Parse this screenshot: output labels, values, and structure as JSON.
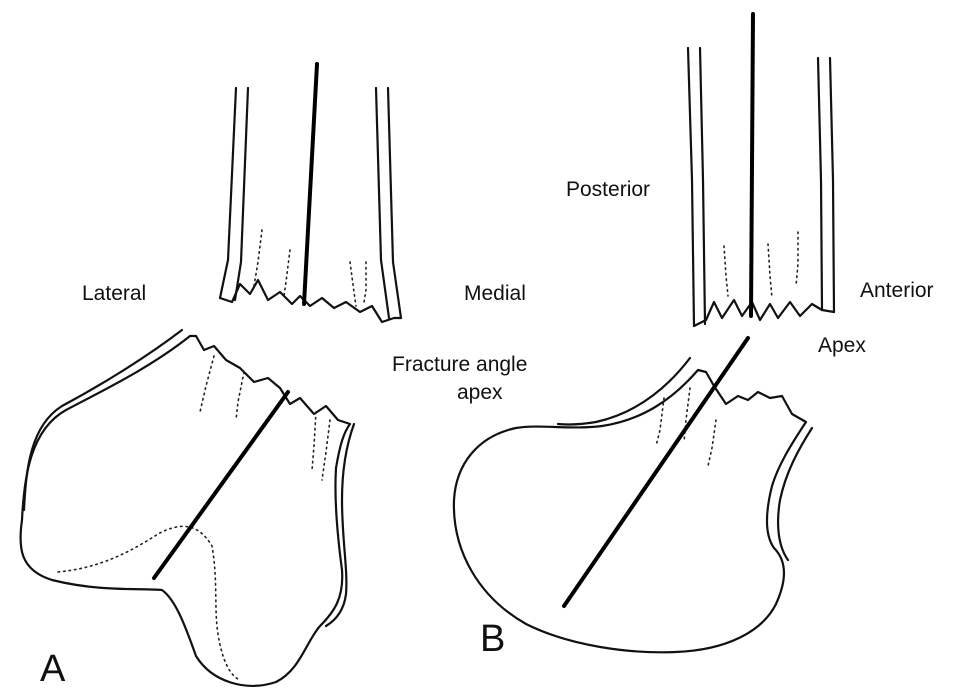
{
  "labels": {
    "lateral": "Lateral",
    "medial": "Medial",
    "posterior": "Posterior",
    "anterior": "Anterior",
    "apex": "Apex",
    "fracture_angle_apex_line1": "Fracture angle",
    "fracture_angle_apex_line2": "apex"
  },
  "panels": {
    "a": "A",
    "b": "B"
  }
}
